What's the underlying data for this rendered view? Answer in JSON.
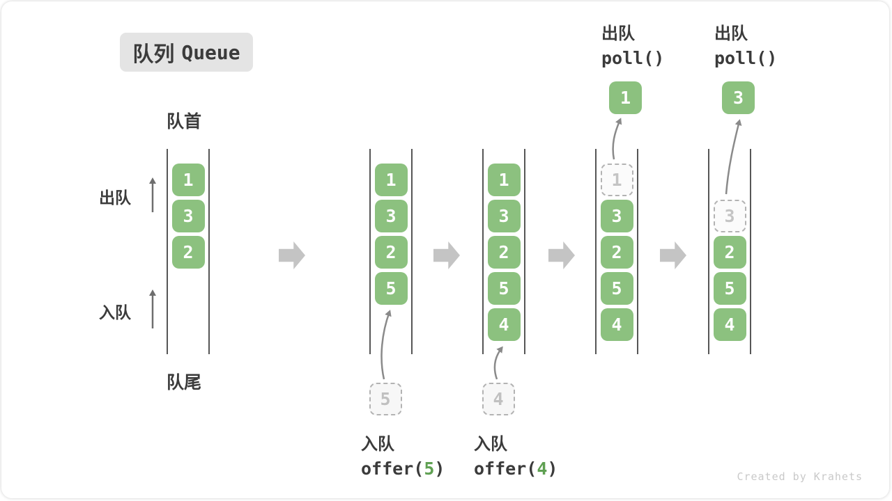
{
  "title": {
    "zh": "队列",
    "en": "Queue"
  },
  "side_labels": {
    "front": "队首",
    "rear": "队尾",
    "dequeue": "出队",
    "enqueue": "入队"
  },
  "watermark": "Created by Krahets",
  "colors": {
    "box_green": "#8cc17f",
    "code_green": "#5fa052",
    "dark_text": "#3b3b3b",
    "flow_arrow_gray": "#c4c4c4",
    "dashed_gray": "#b3b3b3"
  },
  "states": [
    {
      "cells": [
        {
          "value": "1",
          "row": 0,
          "style": "solid"
        },
        {
          "value": "3",
          "row": 1,
          "style": "solid"
        },
        {
          "value": "2",
          "row": 2,
          "style": "solid"
        }
      ]
    },
    {
      "cells": [
        {
          "value": "1",
          "row": 0,
          "style": "solid"
        },
        {
          "value": "3",
          "row": 1,
          "style": "solid"
        },
        {
          "value": "2",
          "row": 2,
          "style": "solid"
        },
        {
          "value": "5",
          "row": 3,
          "style": "solid"
        }
      ],
      "pending": {
        "value": "5"
      },
      "caption_bottom": {
        "label": "入队",
        "code_prefix": "offer(",
        "code_arg": "5",
        "code_suffix": ")"
      }
    },
    {
      "cells": [
        {
          "value": "1",
          "row": 0,
          "style": "solid"
        },
        {
          "value": "3",
          "row": 1,
          "style": "solid"
        },
        {
          "value": "2",
          "row": 2,
          "style": "solid"
        },
        {
          "value": "5",
          "row": 3,
          "style": "solid"
        },
        {
          "value": "4",
          "row": 4,
          "style": "solid"
        }
      ],
      "pending": {
        "value": "4"
      },
      "caption_bottom": {
        "label": "入队",
        "code_prefix": "offer(",
        "code_arg": "4",
        "code_suffix": ")"
      }
    },
    {
      "cells": [
        {
          "value": "1",
          "row": 0,
          "style": "dashed"
        },
        {
          "value": "3",
          "row": 1,
          "style": "solid"
        },
        {
          "value": "2",
          "row": 2,
          "style": "solid"
        },
        {
          "value": "5",
          "row": 3,
          "style": "solid"
        },
        {
          "value": "4",
          "row": 4,
          "style": "solid"
        }
      ],
      "popped": {
        "value": "1"
      },
      "caption_top": {
        "label": "出队",
        "code": "poll()"
      }
    },
    {
      "cells": [
        {
          "value": "3",
          "row": 1,
          "style": "dashed"
        },
        {
          "value": "2",
          "row": 2,
          "style": "solid"
        },
        {
          "value": "5",
          "row": 3,
          "style": "solid"
        },
        {
          "value": "4",
          "row": 4,
          "style": "solid"
        }
      ],
      "popped": {
        "value": "3"
      },
      "caption_top": {
        "label": "出队",
        "code": "poll()"
      }
    }
  ]
}
